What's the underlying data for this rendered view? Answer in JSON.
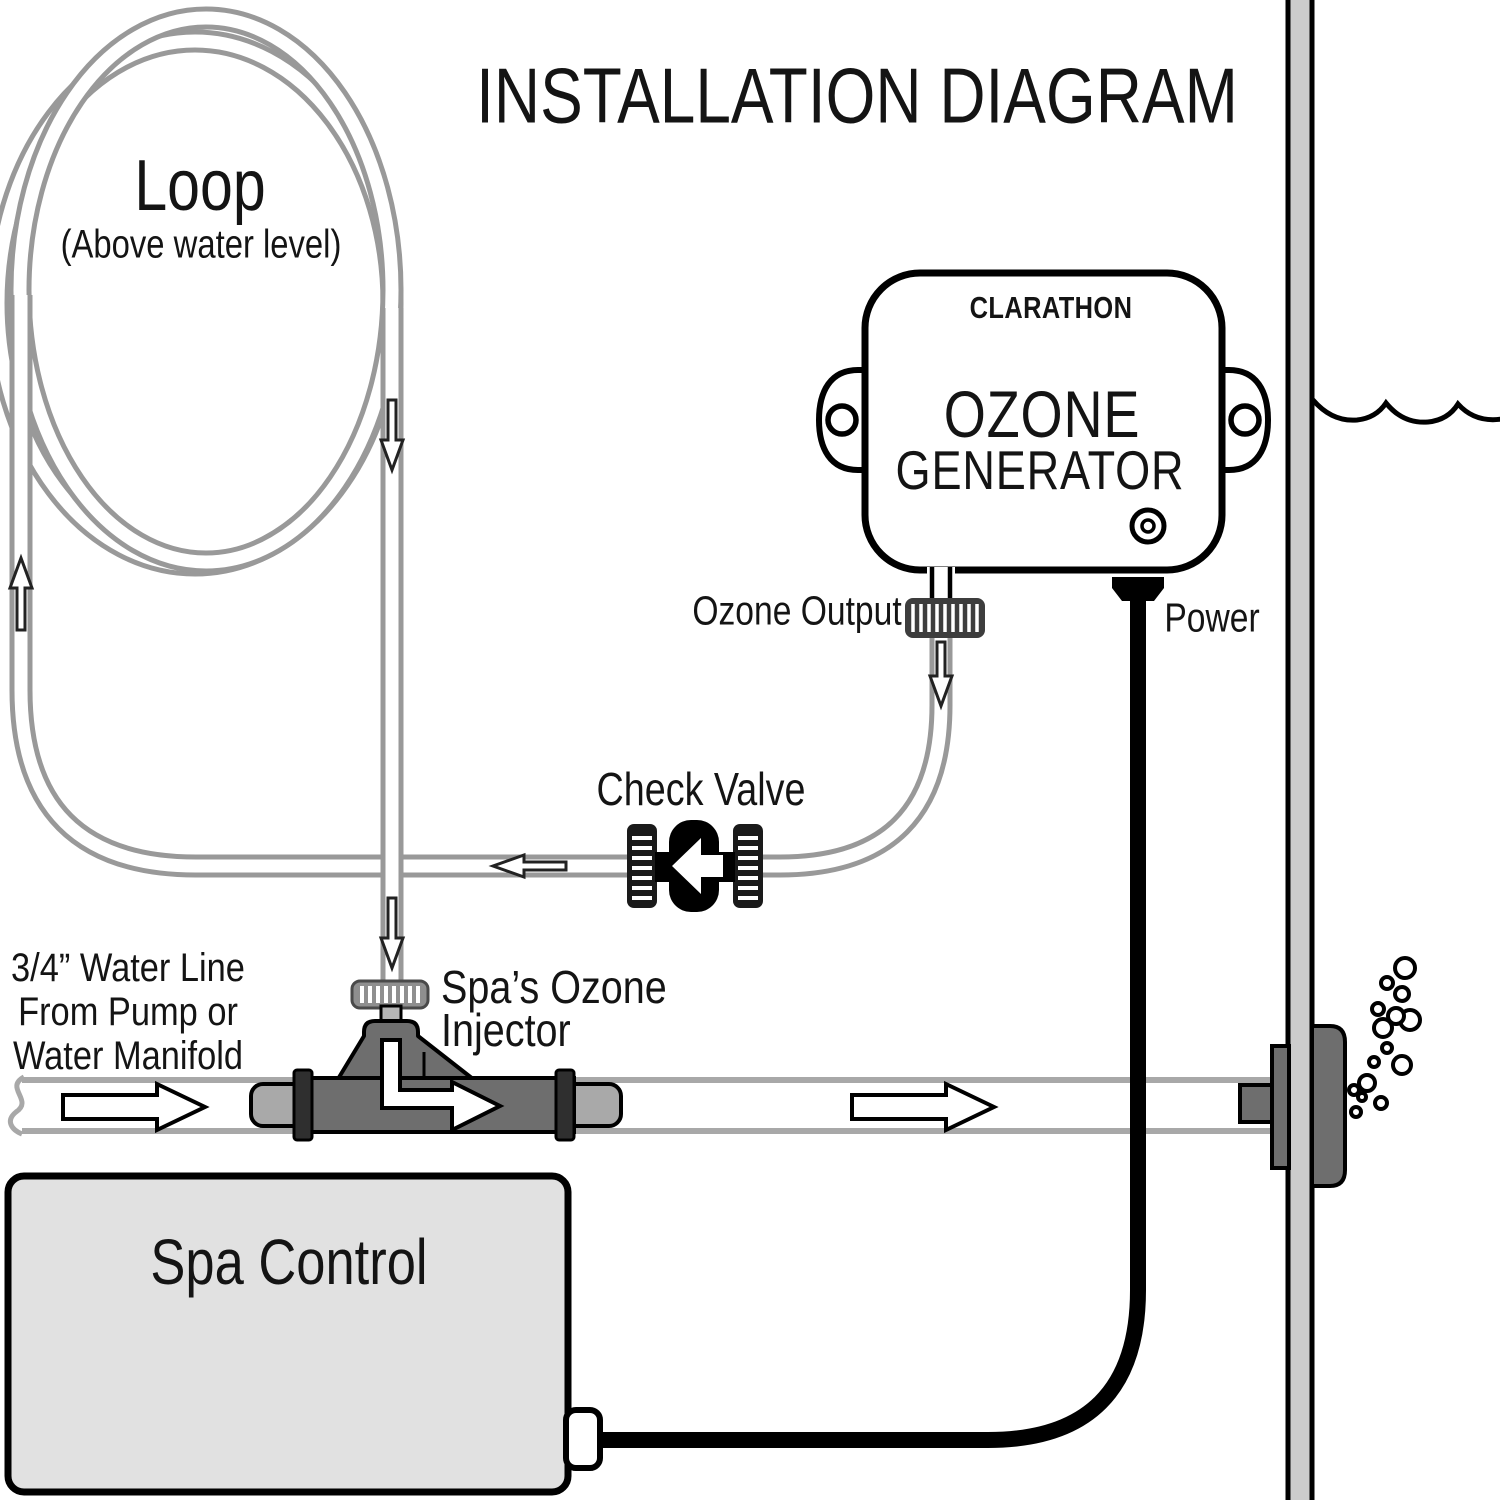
{
  "title": "INSTALLATION DIAGRAM",
  "loop": {
    "label": "Loop",
    "sublabel": "(Above water level)"
  },
  "generator": {
    "brand": "CLARATHON",
    "name_line1": "OZONE",
    "name_line2": "GENERATOR",
    "output_label": "Ozone Output",
    "power_label": "Power"
  },
  "check_valve": {
    "label": "Check Valve"
  },
  "injector": {
    "label_line1": "Spa’s Ozone",
    "label_line2": "Injector"
  },
  "water_line": {
    "label_line1": "3/4” Water Line",
    "label_line2": "From Pump or",
    "label_line3": "Water Manifold"
  },
  "spa_control": {
    "label": "Spa Control"
  },
  "colors": {
    "tube_gray": "#999999",
    "pipe_gray": "#a8a8a8",
    "fitting_dark": "#6e6e6e",
    "fitting_light": "#a9a9a9",
    "barb_dark": "#3d3d3d",
    "wall_gray": "#cccccc",
    "control_box_gray": "#e1e1e1",
    "line_black": "#000000",
    "white": "#ffffff"
  }
}
